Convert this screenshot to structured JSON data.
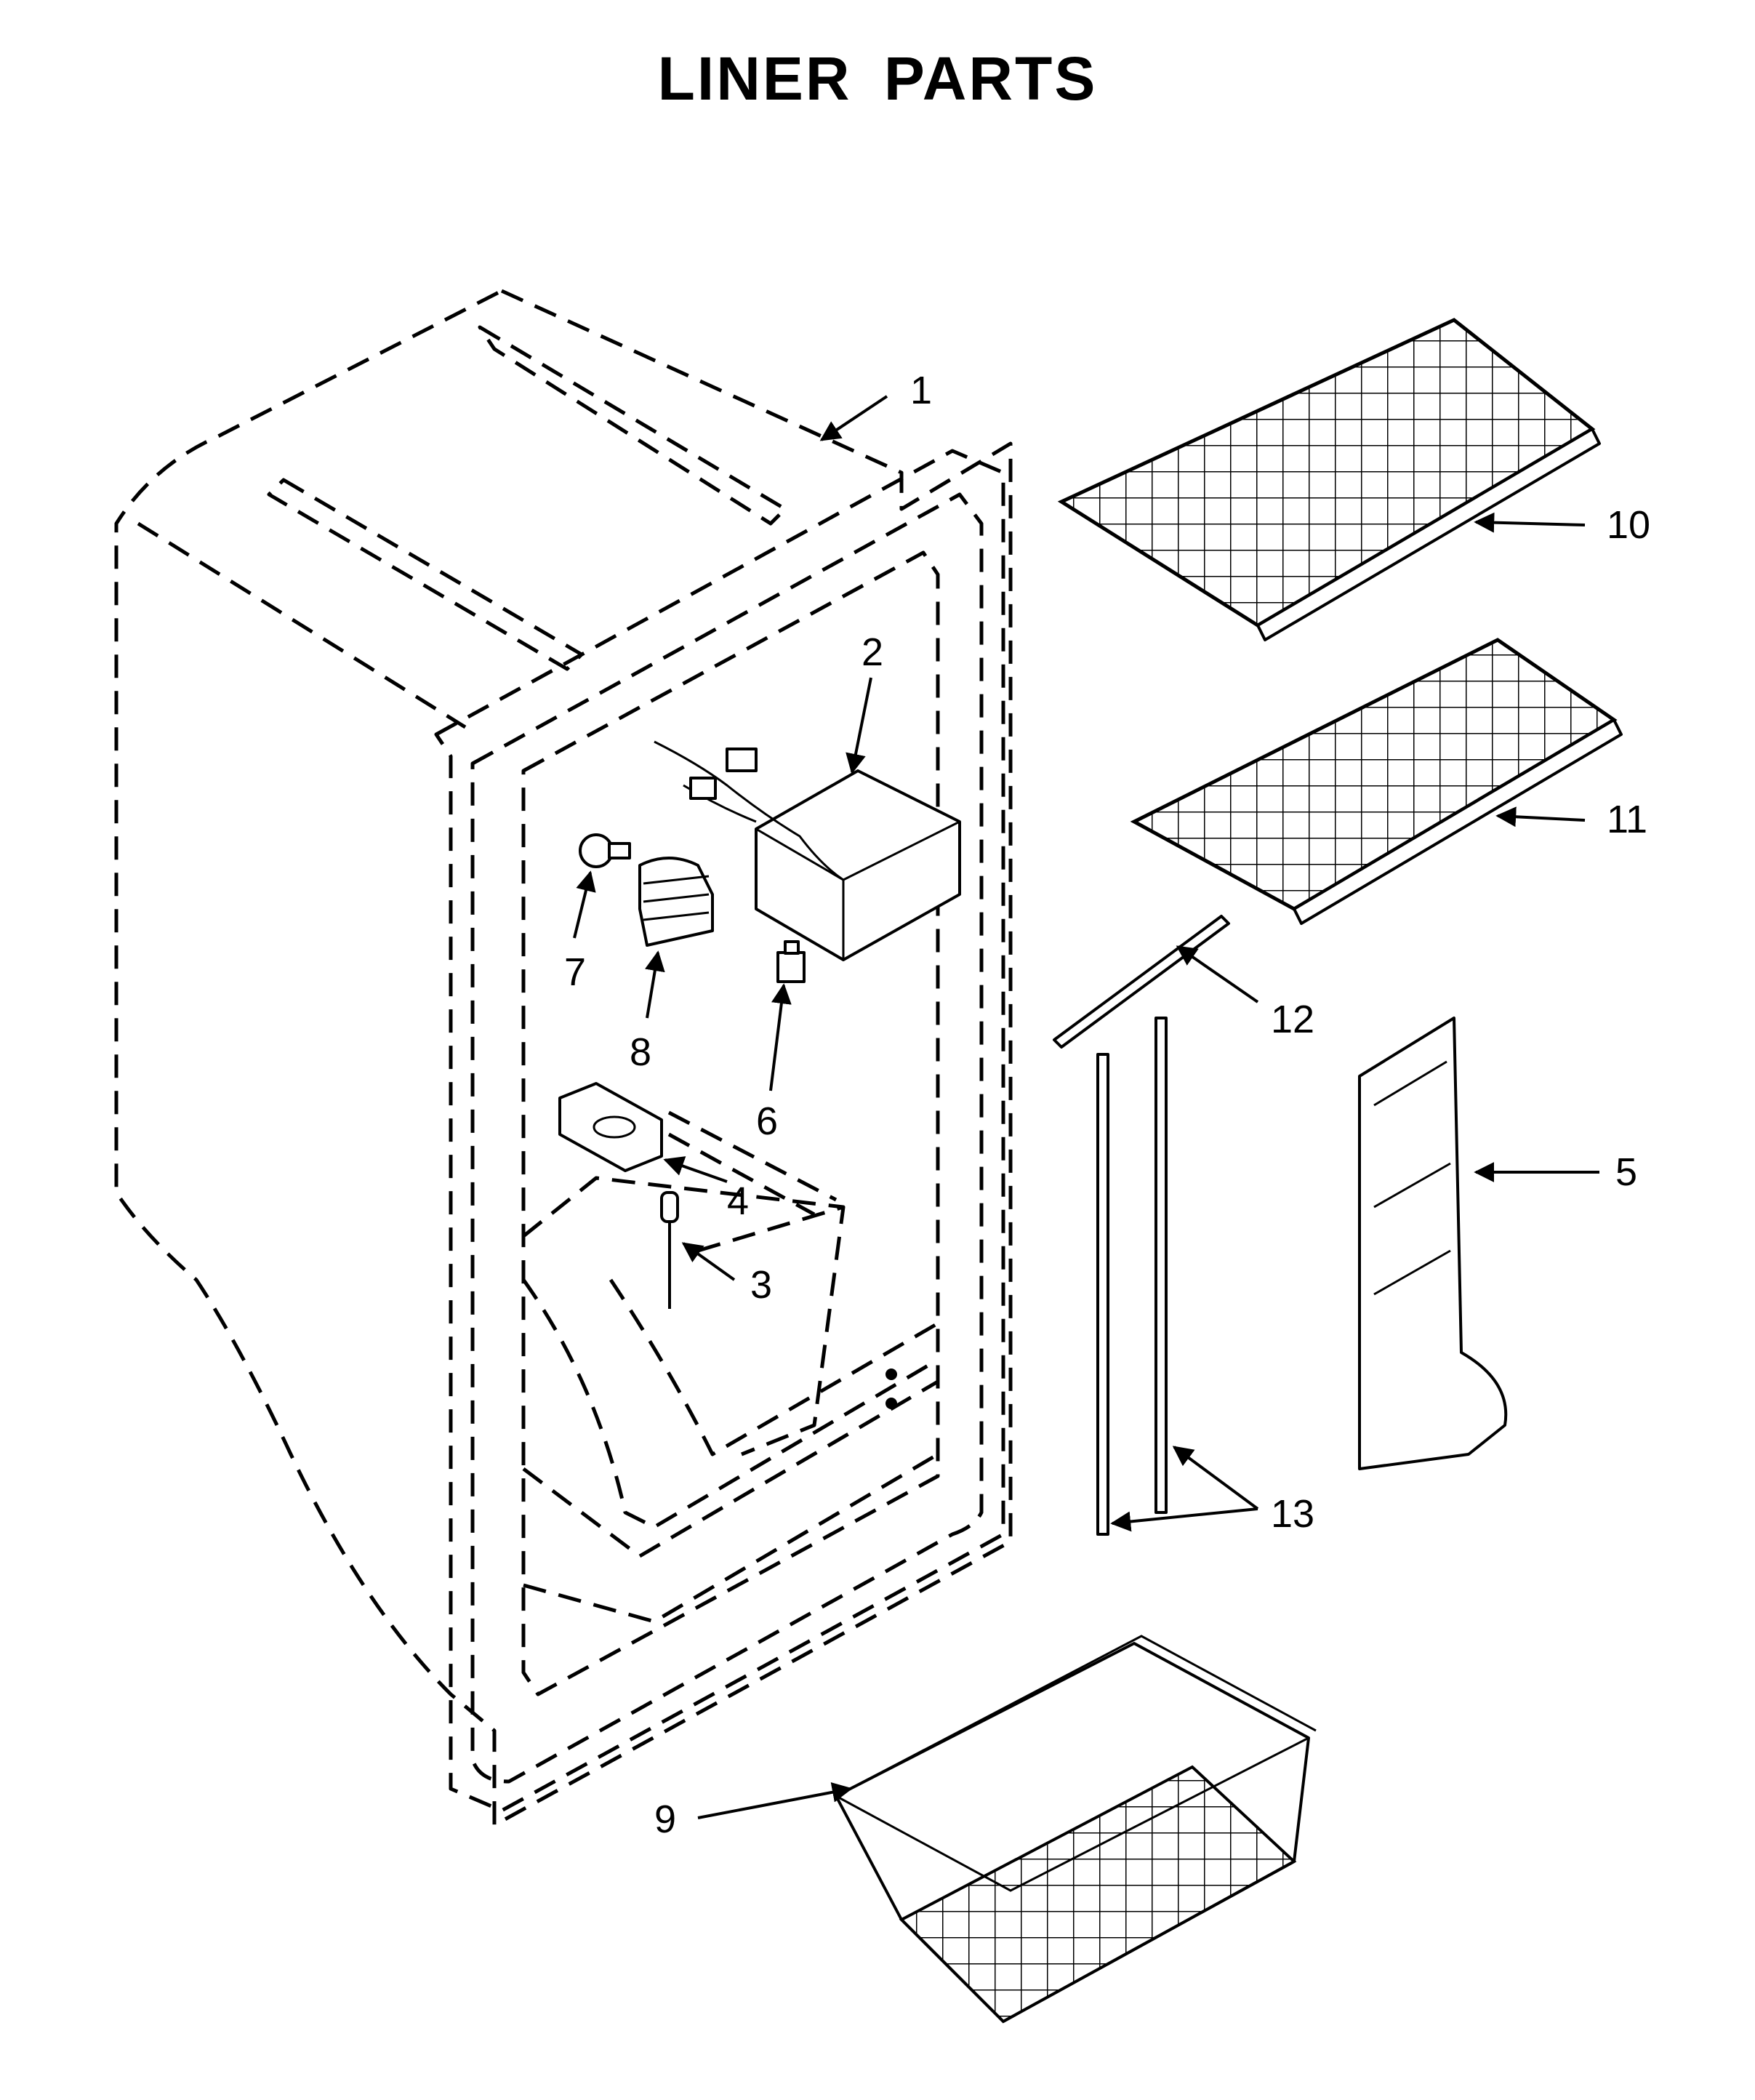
{
  "title": "LINER PARTS",
  "callouts": [
    {
      "id": "1",
      "label": "1"
    },
    {
      "id": "2",
      "label": "2"
    },
    {
      "id": "3",
      "label": "3"
    },
    {
      "id": "4",
      "label": "4"
    },
    {
      "id": "5",
      "label": "5"
    },
    {
      "id": "6",
      "label": "6"
    },
    {
      "id": "7",
      "label": "7"
    },
    {
      "id": "8",
      "label": "8"
    },
    {
      "id": "9",
      "label": "9"
    },
    {
      "id": "10",
      "label": "10"
    },
    {
      "id": "11",
      "label": "11"
    },
    {
      "id": "12",
      "label": "12"
    },
    {
      "id": "13",
      "label": "13"
    }
  ],
  "colors": {
    "ink": "#000000",
    "background": "#ffffff"
  }
}
